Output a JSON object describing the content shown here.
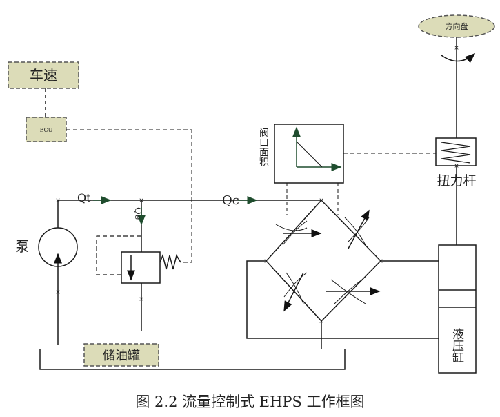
{
  "labels": {
    "vehicle_speed": "车速",
    "ecu": "ECU",
    "pump": "泵",
    "qt": "Qt",
    "qc": "Qc",
    "qe": "Qe",
    "valve_area": "阀口面积",
    "steering_wheel": "方向盘",
    "torsion_bar": "扭力杆",
    "cylinder": "液压缸",
    "tank": "储油罐"
  },
  "caption": "图 2.2   流量控制式 EHPS 工作框图",
  "colors": {
    "box_fill": "#dcdcb8",
    "line": "#1a1a1a",
    "arrow": "#1f4d2e"
  }
}
